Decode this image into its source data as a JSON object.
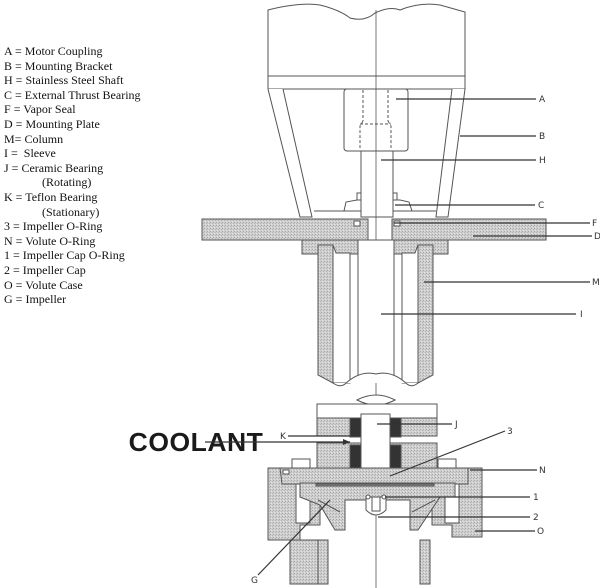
{
  "legend": [
    {
      "key": "A",
      "sep": " = ",
      "text": "Motor Coupling"
    },
    {
      "key": "B",
      "sep": " = ",
      "text": "Mounting Bracket"
    },
    {
      "key": "H",
      "sep": " = ",
      "text": "Stainless Steel Shaft"
    },
    {
      "key": "C",
      "sep": " = ",
      "text": "External Thrust Bearing"
    },
    {
      "key": "F",
      "sep": " = ",
      "text": "Vapor Seal"
    },
    {
      "key": "D",
      "sep": " = ",
      "text": "Mounting Plate"
    },
    {
      "key": "M",
      "sep": "= ",
      "text": "Column"
    },
    {
      "key": "I",
      "sep": " =  ",
      "text": "Sleeve"
    },
    {
      "key": "J",
      "sep": " = ",
      "text": "Ceramic Bearing",
      "sub": "(Rotating)"
    },
    {
      "key": "K",
      "sep": " = ",
      "text": "Teflon Bearing",
      "sub": "(Stationary)"
    },
    {
      "key": "3",
      "sep": " = ",
      "text": "Impeller O-Ring"
    },
    {
      "key": "N",
      "sep": " = ",
      "text": "Volute O-Ring"
    },
    {
      "key": "1",
      "sep": " = ",
      "text": "Impeller Cap O-Ring"
    },
    {
      "key": "2",
      "sep": " = ",
      "text": "Impeller Cap"
    },
    {
      "key": "O",
      "sep": " = ",
      "text": "Volute Case"
    },
    {
      "key": "G",
      "sep": " = ",
      "text": "Impeller"
    }
  ],
  "coolant_label": "COOLANT",
  "callouts": {
    "A": "A",
    "B": "B",
    "H": "H",
    "C": "C",
    "F": "F",
    "D": "D",
    "M": "M",
    "I": "I",
    "J": "J",
    "K": "K",
    "3": "3",
    "N": "N",
    "1": "1",
    "2": "2",
    "O": "O",
    "G": "G"
  },
  "colors": {
    "line": "#555555",
    "hatch_fill": "#c8c8c8",
    "dark_fill": "#333333",
    "text": "#111111"
  }
}
